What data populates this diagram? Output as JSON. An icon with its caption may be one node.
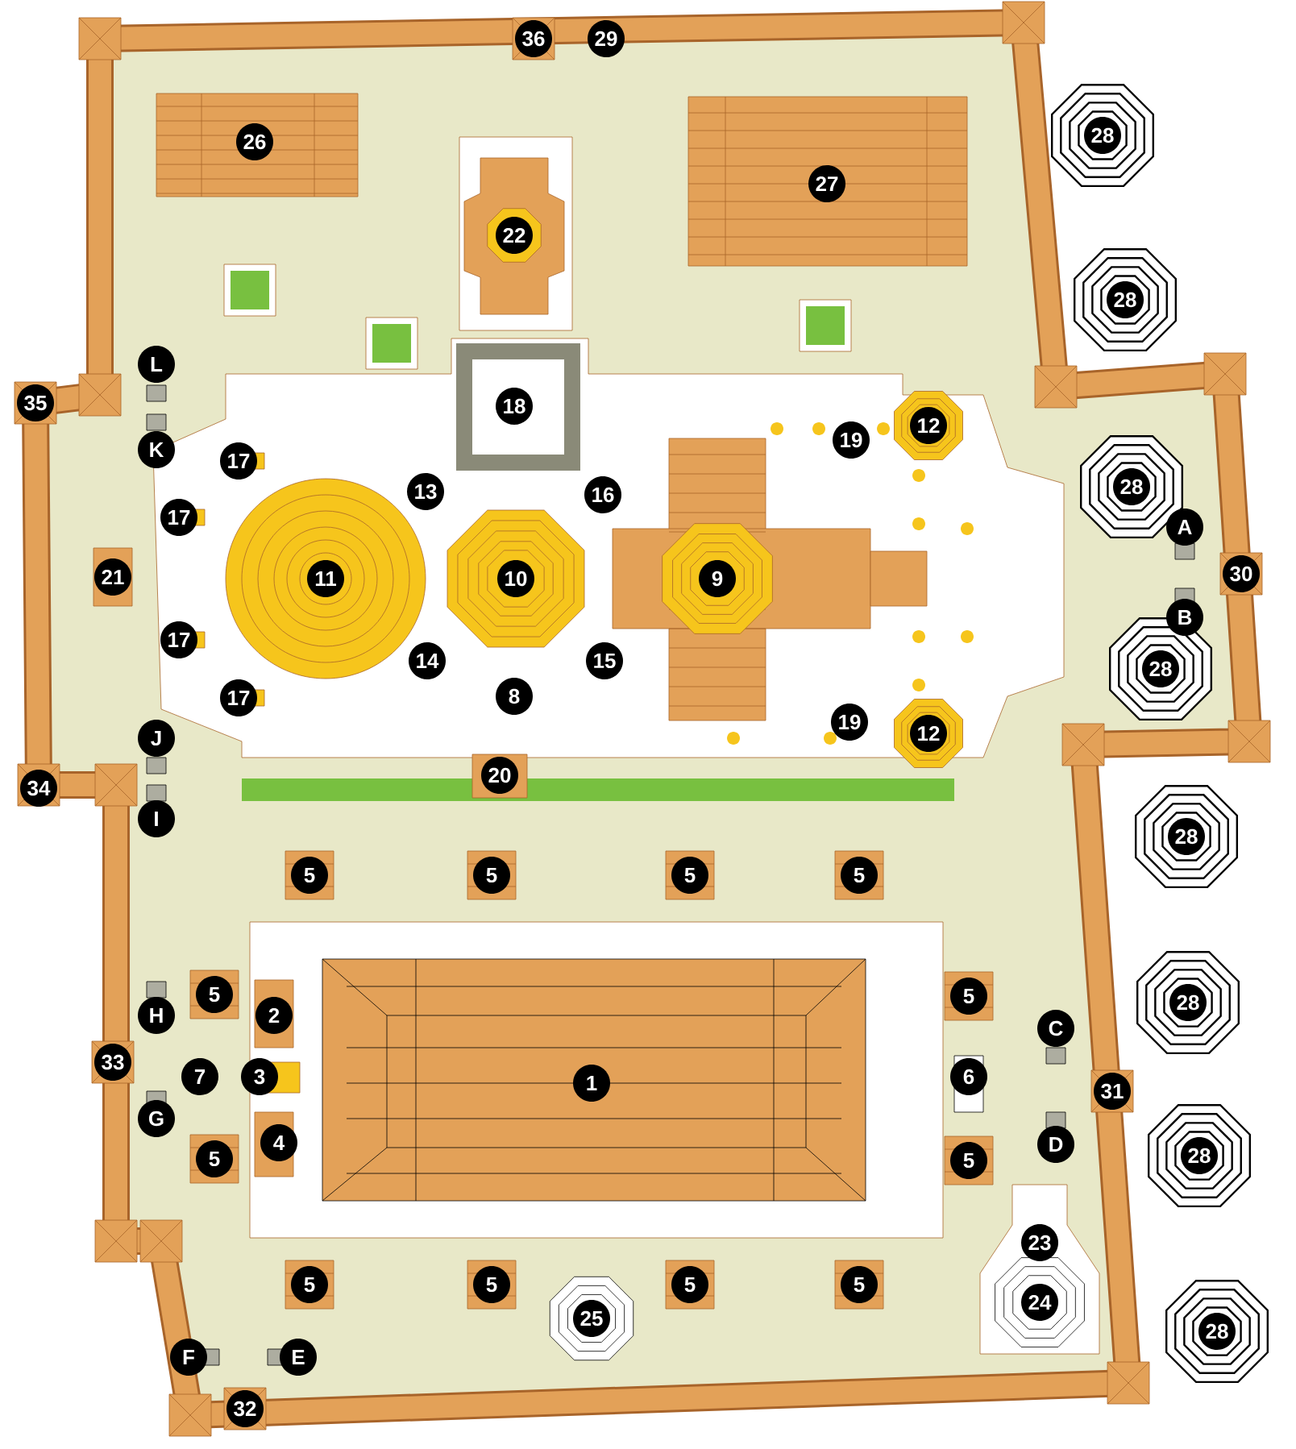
{
  "diagram": {
    "labels": [
      "36",
      "29",
      "28",
      "26",
      "27",
      "22",
      "28",
      "L",
      "35",
      "18",
      "19",
      "12",
      "K",
      "17",
      "13",
      "16",
      "28",
      "17",
      "11",
      "10",
      "9",
      "A",
      "21",
      "30",
      "B",
      "28",
      "17",
      "14",
      "15",
      "17",
      "8",
      "J",
      "19",
      "12",
      "34",
      "20",
      "I",
      "28",
      "5",
      "5",
      "5",
      "5",
      "5",
      "2",
      "5",
      "28",
      "H",
      "C",
      "7",
      "3",
      "1",
      "6",
      "33",
      "31",
      "G",
      "4",
      "5",
      "5",
      "D",
      "28",
      "23",
      "5",
      "5",
      "5",
      "5",
      "25",
      "24",
      "28",
      "F",
      "E",
      "32"
    ]
  }
}
